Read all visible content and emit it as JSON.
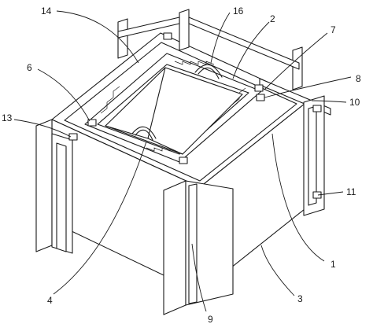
{
  "labels": {
    "l1": "1",
    "l2": "2",
    "l3": "3",
    "l4": "4",
    "l6": "6",
    "l7": "7",
    "l8": "8",
    "l9": "9",
    "l10": "10",
    "l11": "11",
    "l13": "13",
    "l14": "14",
    "l16": "16"
  }
}
